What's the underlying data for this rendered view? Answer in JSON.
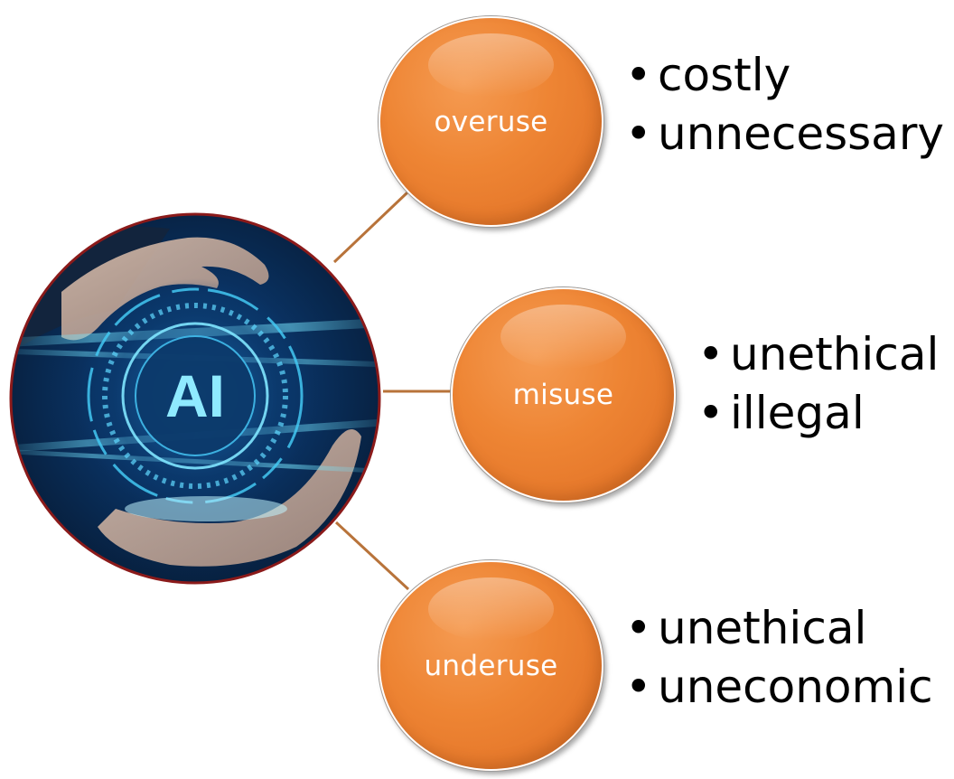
{
  "diagram": {
    "hub": {
      "label": "AI",
      "image_description_icon": "ai-hands-glowing-circle-icon"
    },
    "nodes": [
      {
        "id": "overuse",
        "label": "overuse",
        "bullets": [
          "costly",
          "unnecessary"
        ]
      },
      {
        "id": "misuse",
        "label": "misuse",
        "bullets": [
          "unethical",
          "illegal"
        ]
      },
      {
        "id": "underuse",
        "label": "underuse",
        "bullets": [
          "unethical",
          "uneconomic"
        ]
      }
    ],
    "bullet_symbol": "•"
  },
  "colors": {
    "node_fill": "#ee8534",
    "connector": "#b8733a",
    "hub_border": "#8b1a1a",
    "hub_glow": "#3fd2ff",
    "text": "#000000",
    "node_text": "#ffffff"
  }
}
